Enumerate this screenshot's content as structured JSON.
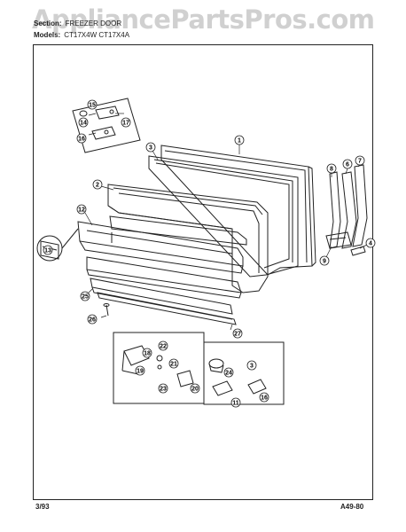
{
  "watermark": "AppliancePartsPros.com",
  "header": {
    "section_label": "Section:",
    "section_value": "FREEZER DOOR",
    "models_label": "Models:",
    "models_value": "CT17X4W  CT17X4A"
  },
  "footer": {
    "date": "3/93",
    "code": "A49-80"
  },
  "callouts": [
    "1",
    "2",
    "3",
    "4",
    "6",
    "7",
    "8",
    "9",
    "11",
    "12",
    "13",
    "14",
    "15",
    "16",
    "17",
    "18",
    "19",
    "20",
    "21",
    "22",
    "23",
    "24",
    "25",
    "26",
    "27",
    "3",
    "16"
  ]
}
